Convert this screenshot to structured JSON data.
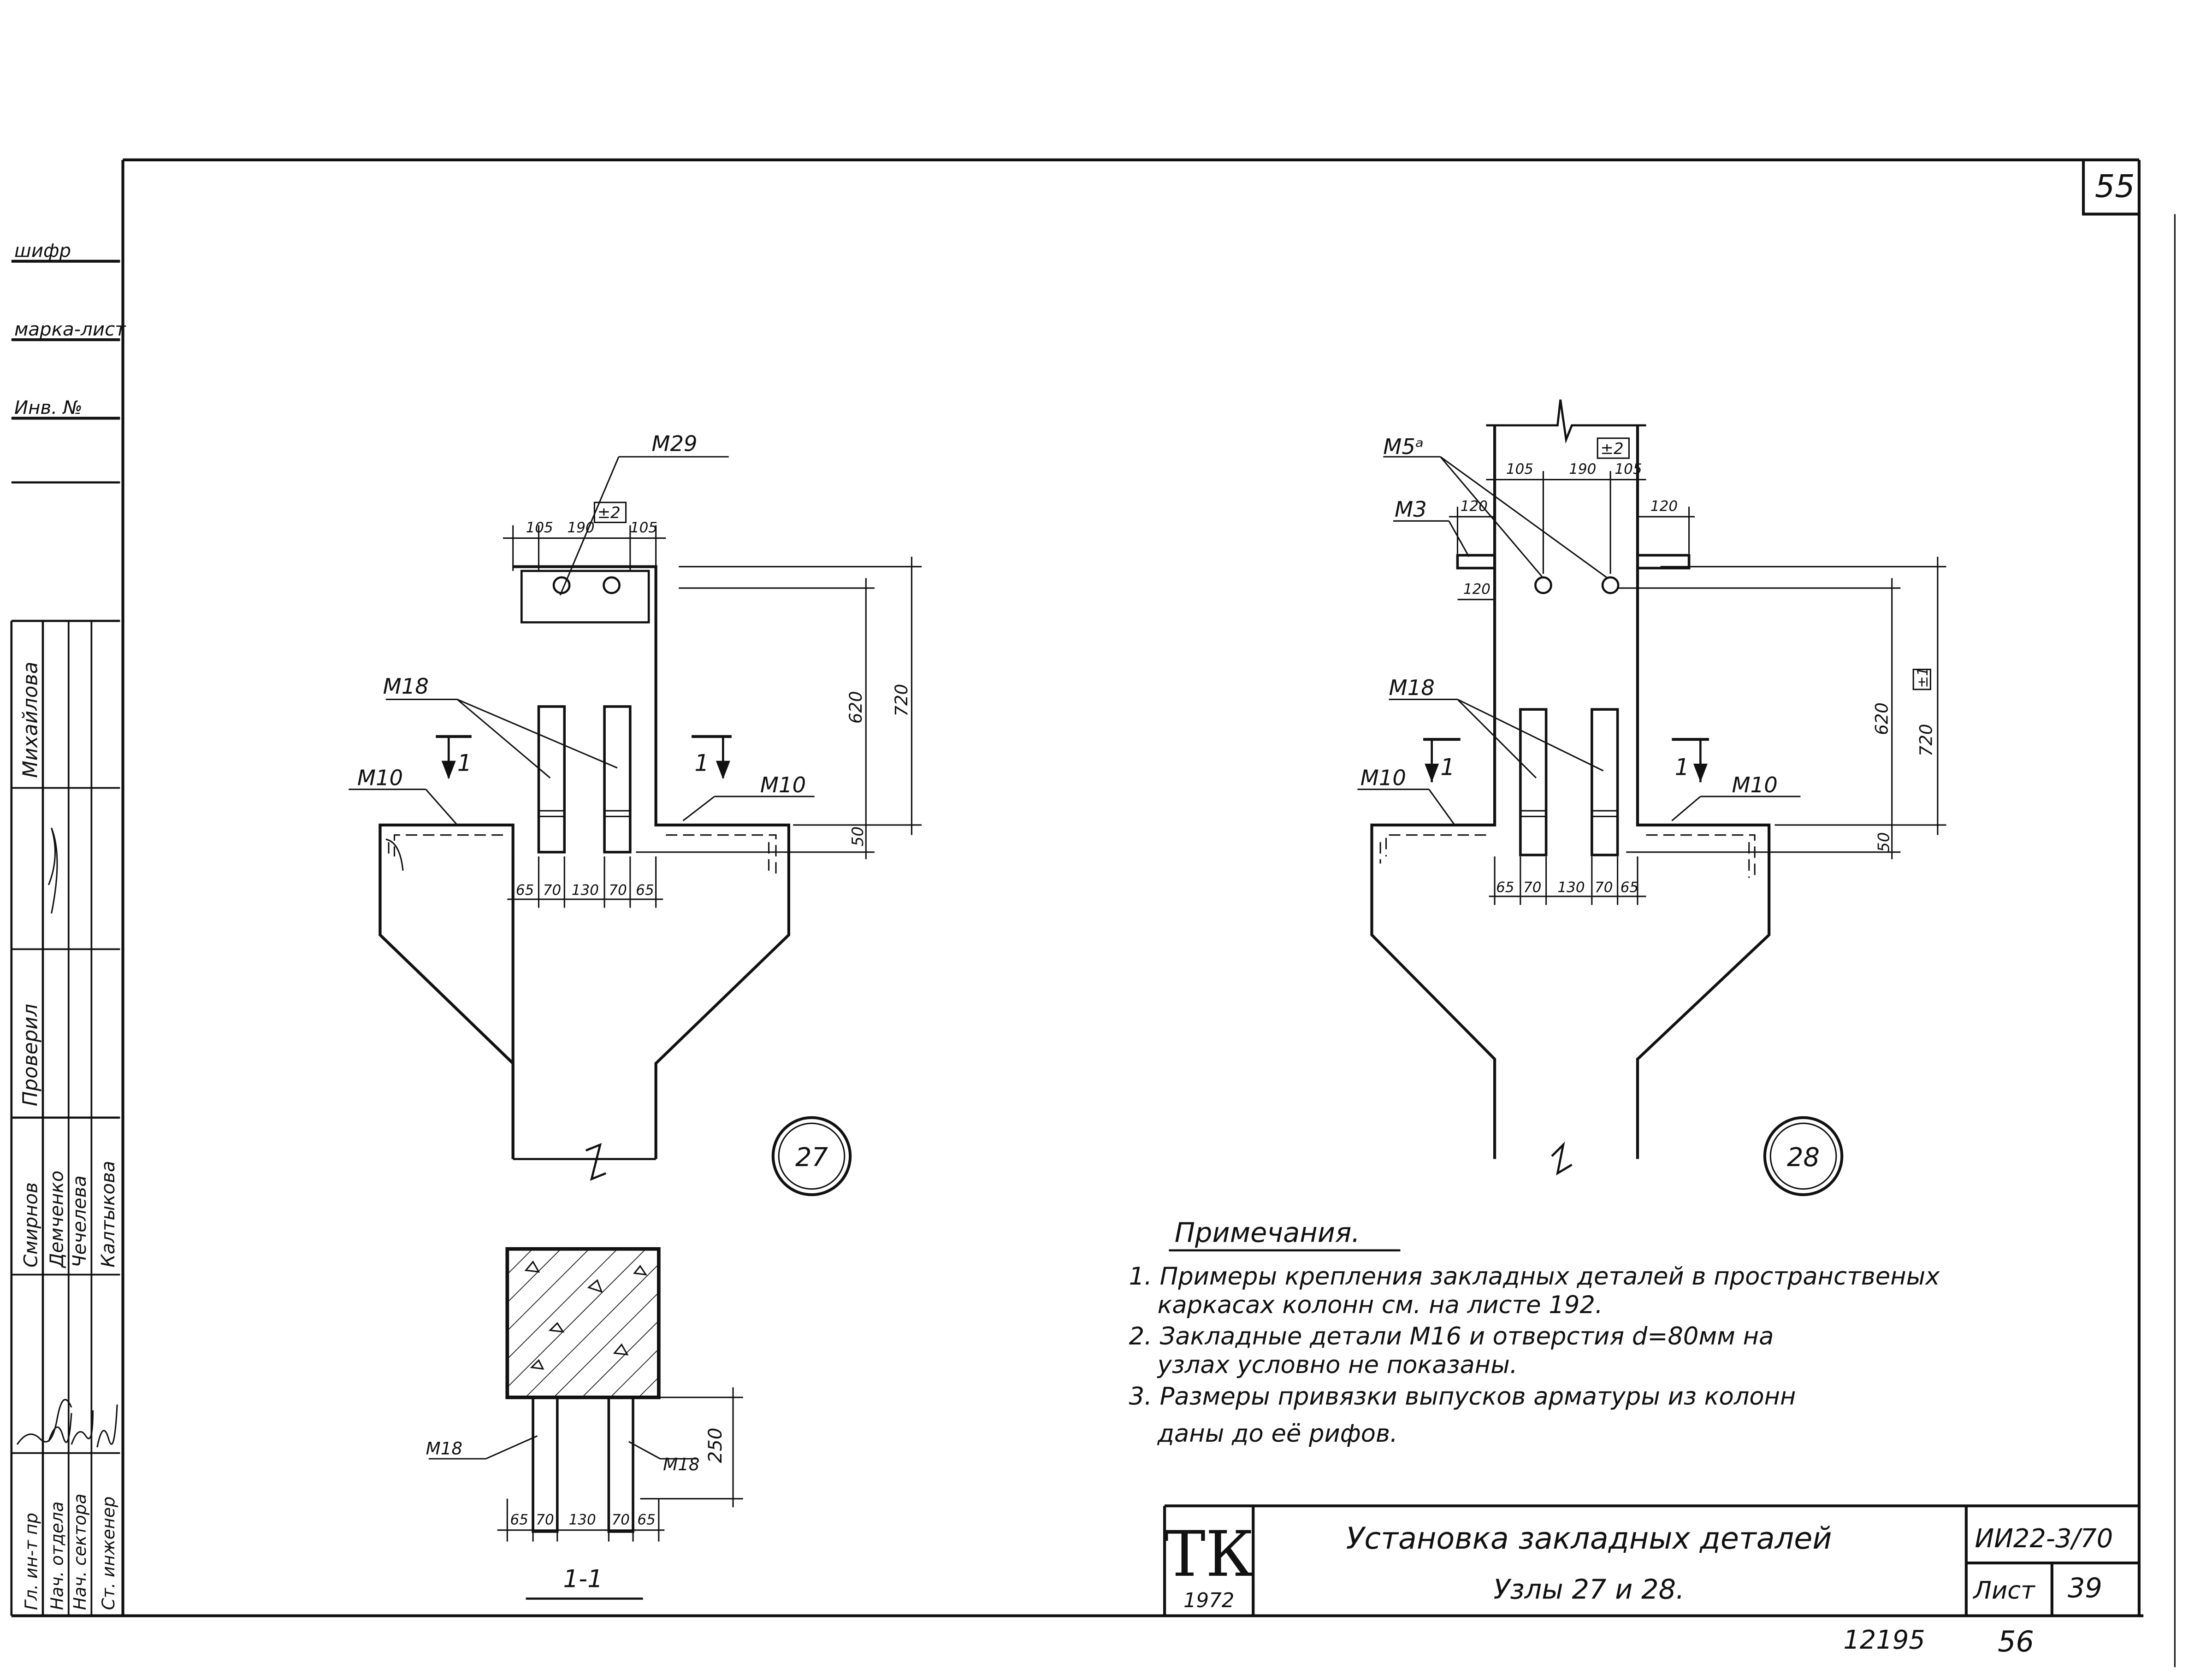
{
  "sheet": {
    "page_number": "55",
    "bottom_number_left": "12195",
    "bottom_number_right": "56"
  },
  "left_strip": {
    "top_fields": [
      "шифр",
      "марка-лист",
      "Инв. №"
    ],
    "names_upper": [
      "Михайлова",
      "Проверил"
    ],
    "roles": [
      "Гл. ин-т пр",
      "Нач. отдела",
      "Нач. сектора",
      "Ст. инженер"
    ],
    "names": [
      "Смирнов",
      "Демченко",
      "Чечелева",
      "Калтыкова"
    ]
  },
  "node27": {
    "label": "27",
    "top_callout": "M29",
    "tol": "±2",
    "top_dims": [
      "105",
      "190",
      "105"
    ],
    "bottom_dims": [
      "65",
      "70",
      "130",
      "70",
      "65"
    ],
    "v_dims": [
      "620",
      "720",
      "50"
    ],
    "m18": "M18",
    "m10_left": "M10",
    "m10_right": "M10",
    "section_mark": "1"
  },
  "node28": {
    "label": "28",
    "m5a": "M5ᵃ",
    "m3": "M3",
    "tol": "±2",
    "top_dims": [
      "105",
      "190",
      "105"
    ],
    "side_dims": [
      "120",
      "120",
      "120"
    ],
    "bottom_dims": [
      "65",
      "70",
      "130",
      "70",
      "65"
    ],
    "v_dims": [
      "620",
      "720",
      "50"
    ],
    "tol_v": "±1",
    "m18": "M18",
    "m10_left": "M10",
    "m10_right": "M10",
    "section_mark": "1"
  },
  "section11": {
    "title": "1-1",
    "m18_left": "M18",
    "m18_right": "M18",
    "height_dim": "250",
    "bottom_dims": [
      "65",
      "70",
      "130",
      "70",
      "65"
    ]
  },
  "notes": {
    "heading": "Примечания.",
    "lines": [
      "1. Примеры крепления закладных деталей в пространственых",
      "каркасах колонн см. на листе 192.",
      "2. Закладные детали   M16 и отверстия d=80мм на",
      "узлах условно не показаны.",
      "3. Размеры привязки выпусков арматуры из колонн",
      "даны до её рифов."
    ]
  },
  "title_block": {
    "logo": "ТК",
    "year": "1972",
    "title_line1": "Установка закладных деталей",
    "title_line2": "Узлы 27 и 28.",
    "code": "ИИ22-3/70",
    "sheet_label": "Лист",
    "sheet_number": "39"
  }
}
